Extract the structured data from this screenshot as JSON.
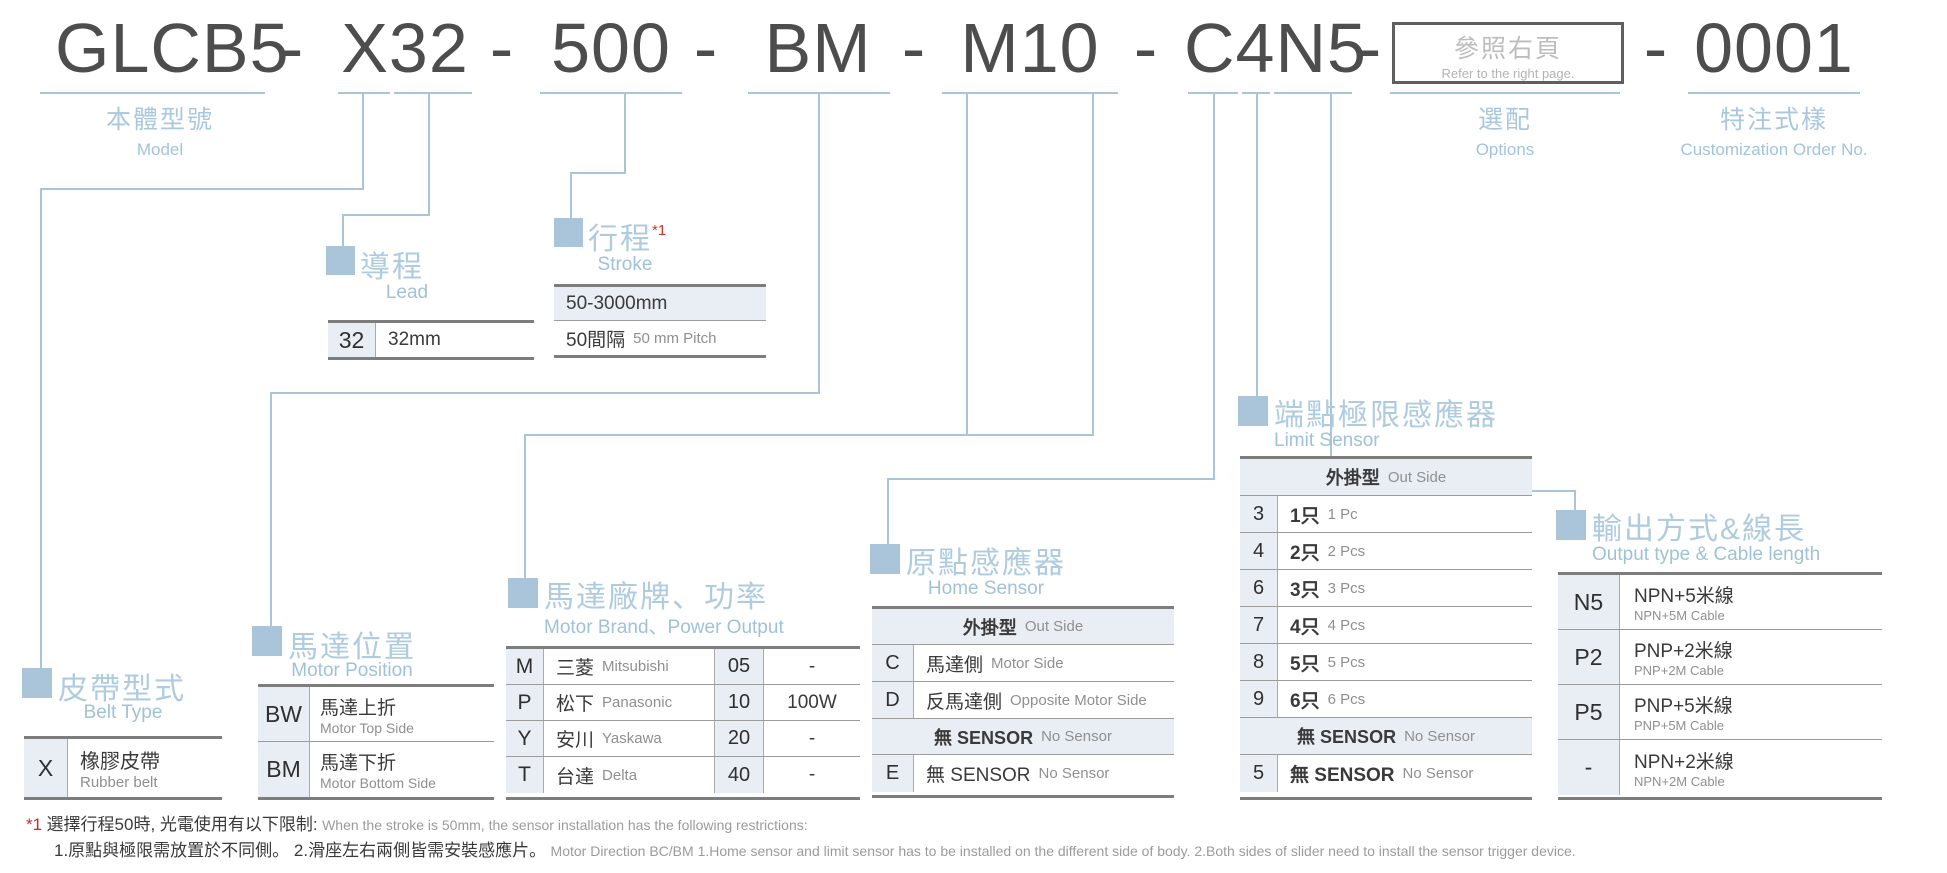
{
  "code": {
    "separator": "-",
    "segments": {
      "model": "GLCB5",
      "belt_lead": "X32",
      "stroke": "500",
      "motor_pos": "BM",
      "motor_brand": "M10",
      "sensors": "C4N5",
      "order": "0001"
    },
    "options_box": {
      "zh": "參照右頁",
      "en": "Refer to the right page."
    }
  },
  "code_labels": {
    "model": {
      "zh": "本體型號",
      "en": "Model"
    },
    "options": {
      "zh": "選配",
      "en": "Options"
    },
    "customization": {
      "zh": "特注式樣",
      "en": "Customization Order No."
    }
  },
  "sections": {
    "belt_type": {
      "title_zh": "皮帶型式",
      "title_en": "Belt Type",
      "rows": [
        {
          "code": "X",
          "zh": "橡膠皮帶",
          "en": "Rubber belt"
        }
      ]
    },
    "lead": {
      "title_zh": "導程",
      "title_en": "Lead",
      "rows": [
        {
          "code": "32",
          "desc": "32mm"
        }
      ]
    },
    "stroke": {
      "title_zh": "行程",
      "note_ref": "*1",
      "title_en": "Stroke",
      "range": "50-3000mm",
      "pitch_zh": "50間隔",
      "pitch_en": "50 mm Pitch"
    },
    "motor_position": {
      "title_zh": "馬達位置",
      "title_en": "Motor Position",
      "rows": [
        {
          "code": "BW",
          "zh": "馬達上折",
          "en": "Motor Top Side"
        },
        {
          "code": "BM",
          "zh": "馬達下折",
          "en": "Motor Bottom Side"
        }
      ]
    },
    "motor_brand": {
      "title_zh": "馬達廠牌、功率",
      "title_en": "Motor Brand、Power Output",
      "rows": [
        {
          "code": "M",
          "zh": "三菱",
          "en": "Mitsubishi",
          "power_code": "05",
          "power": "-"
        },
        {
          "code": "P",
          "zh": "松下",
          "en": "Panasonic",
          "power_code": "10",
          "power": "100W"
        },
        {
          "code": "Y",
          "zh": "安川",
          "en": "Yaskawa",
          "power_code": "20",
          "power": "-"
        },
        {
          "code": "T",
          "zh": "台達",
          "en": "Delta",
          "power_code": "40",
          "power": "-"
        }
      ]
    },
    "home_sensor": {
      "title_zh": "原點感應器",
      "title_en": "Home Sensor",
      "out_header": {
        "zh": "外掛型",
        "en": "Out Side"
      },
      "rows": [
        {
          "code": "C",
          "zh": "馬達側",
          "en": "Motor Side"
        },
        {
          "code": "D",
          "zh": "反馬達側",
          "en": "Opposite Motor Side"
        }
      ],
      "no_sensor_header": {
        "zh": "無 SENSOR",
        "en": "No Sensor"
      },
      "no_sensor_row": {
        "code": "E",
        "zh": "無 SENSOR",
        "en": "No Sensor"
      }
    },
    "limit_sensor": {
      "title_zh": "端點極限感應器",
      "title_en": "Limit Sensor",
      "out_header": {
        "zh": "外掛型",
        "en": "Out Side"
      },
      "rows": [
        {
          "code": "3",
          "zh": "1只",
          "en": "1 Pc"
        },
        {
          "code": "4",
          "zh": "2只",
          "en": "2 Pcs"
        },
        {
          "code": "6",
          "zh": "3只",
          "en": "3 Pcs"
        },
        {
          "code": "7",
          "zh": "4只",
          "en": "4 Pcs"
        },
        {
          "code": "8",
          "zh": "5只",
          "en": "5 Pcs"
        },
        {
          "code": "9",
          "zh": "6只",
          "en": "6 Pcs"
        }
      ],
      "no_sensor_header": {
        "zh": "無 SENSOR",
        "en": "No Sensor"
      },
      "no_sensor_row": {
        "code": "5",
        "zh": "無 SENSOR",
        "en": "No Sensor"
      }
    },
    "output": {
      "title_zh": "輸出方式&線長",
      "title_en": "Output type & Cable length",
      "rows": [
        {
          "code": "N5",
          "zh": "NPN+5米線",
          "en": "NPN+5M Cable"
        },
        {
          "code": "P2",
          "zh": "PNP+2米線",
          "en": "PNP+2M Cable"
        },
        {
          "code": "P5",
          "zh": "PNP+5米線",
          "en": "PNP+5M Cable"
        },
        {
          "code": "-",
          "zh": "NPN+2米線",
          "en": "NPN+2M Cable"
        }
      ]
    }
  },
  "footnote": {
    "ref": "*1",
    "line1_zh": "選擇行程50時, 光電使用有以下限制:",
    "line1_en": "When the stroke is 50mm, the sensor installation has  the following restrictions:",
    "line2_zh": "1.原點與極限需放置於不同側。 2.滑座左右兩側皆需安裝感應片。",
    "line2_en": "Motor Direction BC/BM 1.Home sensor and limit sensor has to be installed on the different side of body.  2.Both sides of slider need to install the sensor trigger device."
  },
  "colors": {
    "accent_blue": "#aac4da",
    "line_blue": "#a9c5d9",
    "shade": "#e9eef4",
    "dark_text": "#4d4d4d",
    "gray_text": "#8f8f8f",
    "note_red": "#cc2b2b"
  }
}
